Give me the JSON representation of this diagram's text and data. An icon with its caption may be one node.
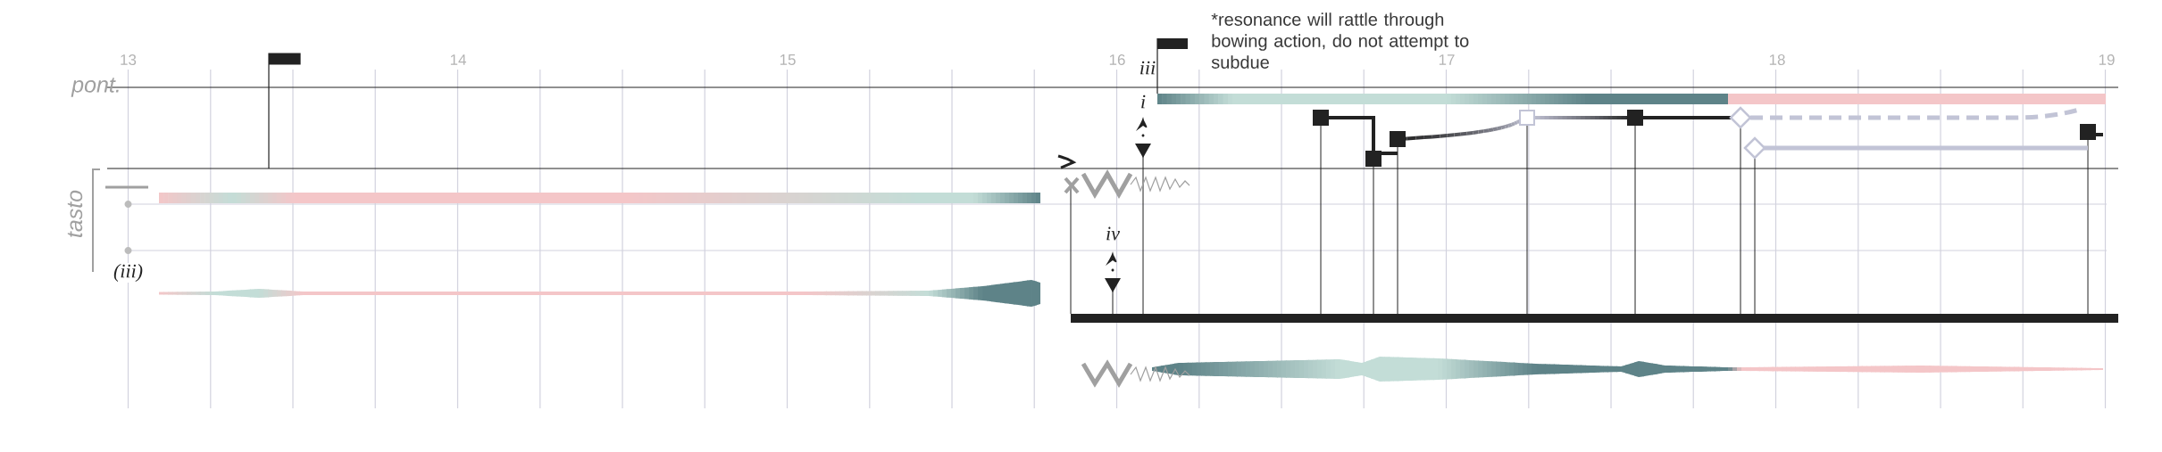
{
  "diagram": {
    "labels": [
      "*resonance will rattle through bowing action, do not attempt to subdue",
      "13",
      "14",
      "15",
      "16",
      "17",
      "18",
      "19",
      "iii",
      "pont.",
      "i",
      "tasto",
      "iv",
      "(iii)"
    ]
  }
}
